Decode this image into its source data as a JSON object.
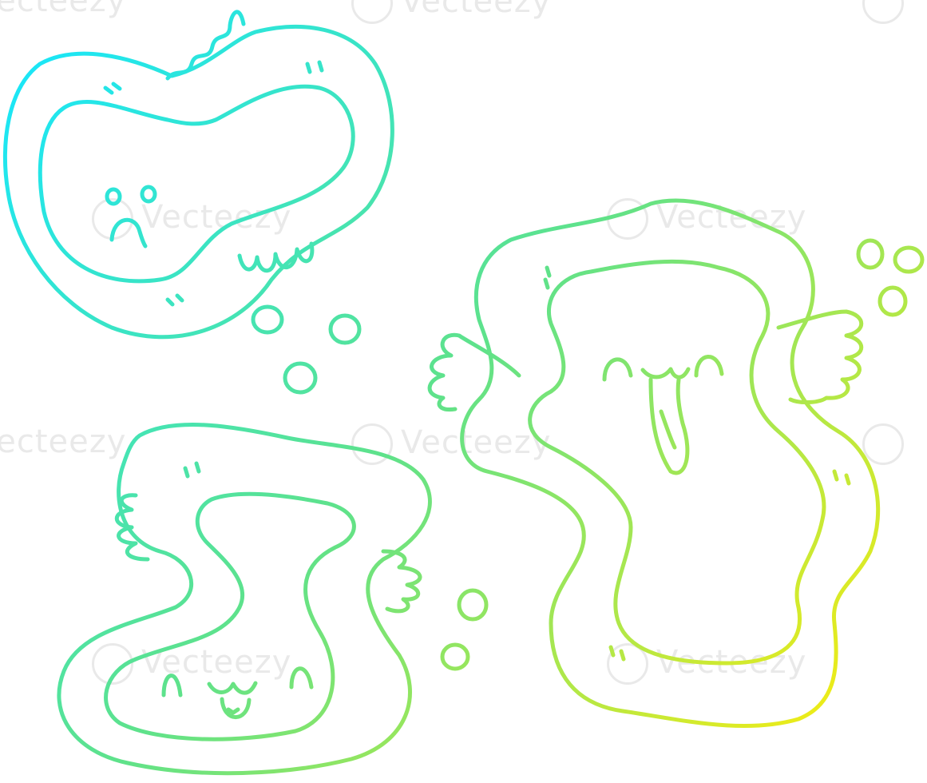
{
  "watermark": {
    "text": "Vecteezy"
  },
  "colors": {
    "gradient_start": "#1be6f6",
    "gradient_mid": "#5fe28a",
    "gradient_end": "#f4ec12"
  },
  "figures": [
    {
      "name": "frowning-germ",
      "expression": "frown"
    },
    {
      "name": "smiling-germ",
      "expression": "smile"
    },
    {
      "name": "laughing-germ",
      "expression": "open-mouth"
    }
  ]
}
